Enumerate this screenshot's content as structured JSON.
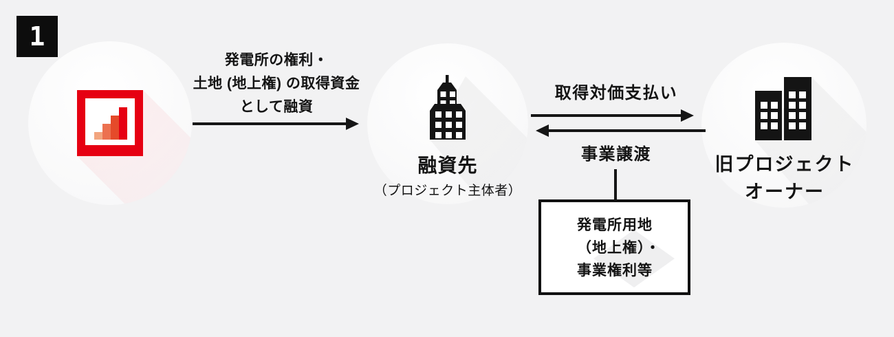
{
  "step_badge": "1",
  "colors": {
    "background": "#f2f2f3",
    "text": "#141414",
    "brand_red": "#e60012",
    "logo_bar_1": "#f2a57f",
    "logo_bar_2": "#ec7150",
    "logo_bar_3": "#e54a2a",
    "logo_bar_4": "#e60012"
  },
  "lender": {
    "icon": "bar-chart-logo"
  },
  "loan_arrow": {
    "label_lines": [
      "発電所の権利・",
      "土地 (地上権) の取得資金",
      "として融資"
    ]
  },
  "borrower": {
    "name": "融資先",
    "subtitle": "（プロジェクト主体者）",
    "icon": "office-building"
  },
  "payment_arrow": {
    "label": "取得対価支払い"
  },
  "transfer_arrow": {
    "label": "事業譲渡"
  },
  "old_owner": {
    "name_lines": [
      "旧プロジェクト",
      "オーナー"
    ],
    "icon": "two-buildings"
  },
  "asset_box": {
    "lines": [
      "発電所用地",
      "（地上権）・",
      "事業権利等"
    ]
  }
}
